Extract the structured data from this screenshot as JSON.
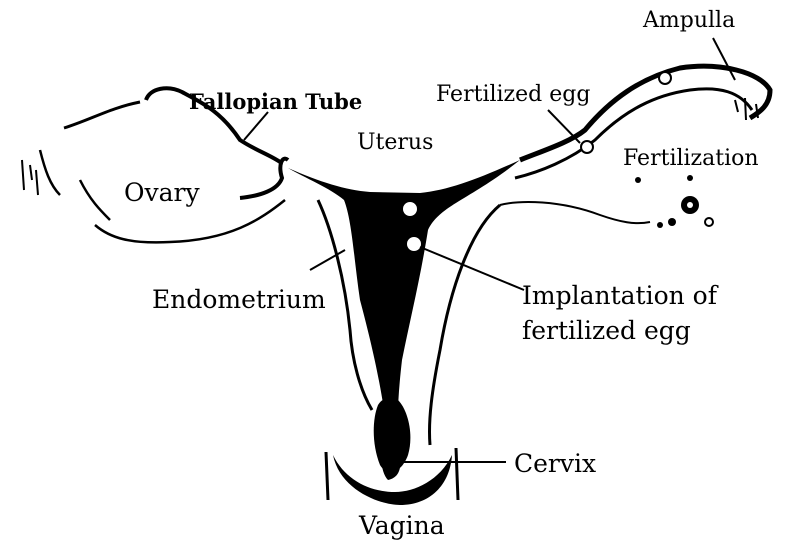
{
  "labels": {
    "ampulla": "Ampulla",
    "fallopian_tube": "Fallopian Tube",
    "fertilized_egg": "Fertilized egg",
    "uterus": "Uterus",
    "fertilization": "Fertilization",
    "ovary": "Ovary",
    "endometrium": "Endometrium",
    "implantation_line1": "Implantation of",
    "implantation_line2": "fertilized egg",
    "cervix": "Cervix",
    "vagina": "Vagina"
  },
  "colors": {
    "ink": "#000000",
    "background": "#ffffff"
  }
}
